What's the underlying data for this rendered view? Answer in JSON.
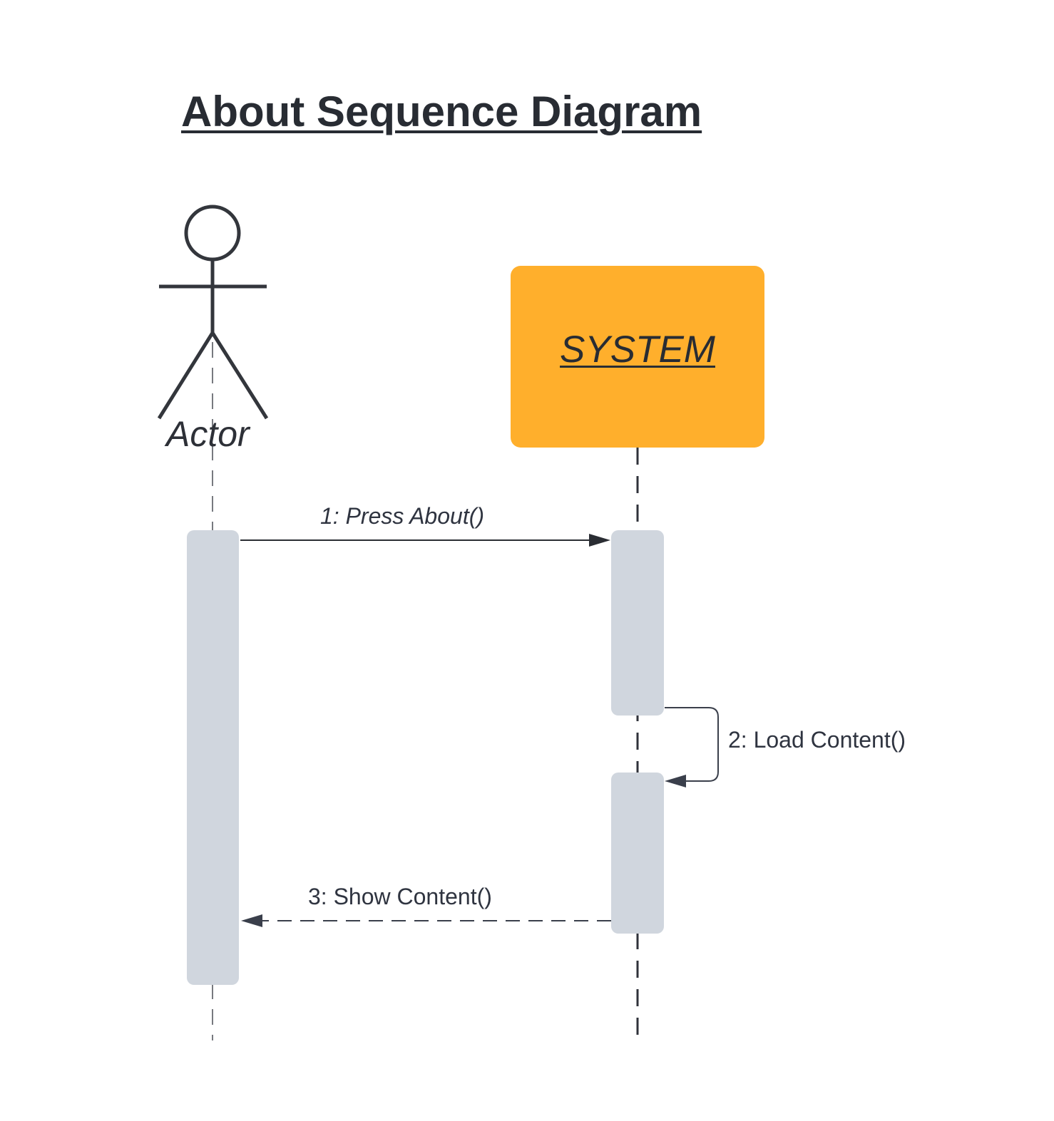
{
  "title": "About Sequence Diagram",
  "lifelines": {
    "actor": {
      "label": "Actor"
    },
    "system": {
      "label": "SYSTEM",
      "color": "#ffaf2c"
    }
  },
  "messages": [
    {
      "label": "1: Press About()",
      "type": "synchronous",
      "from": "Actor",
      "to": "SYSTEM"
    },
    {
      "label": "2: Load Content()",
      "type": "self",
      "from": "SYSTEM",
      "to": "SYSTEM"
    },
    {
      "label": "3: Show Content()",
      "type": "return",
      "from": "SYSTEM",
      "to": "Actor"
    }
  ],
  "colors": {
    "ink": "#282c33",
    "activation": "#d0d6de",
    "system_fill": "#ffaf2c"
  }
}
